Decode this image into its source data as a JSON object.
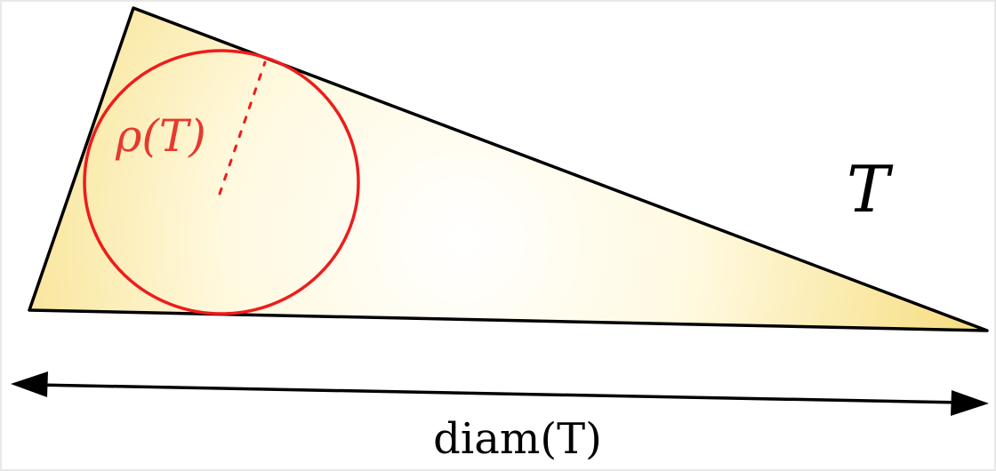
{
  "labels": {
    "triangle": "T",
    "inradius": "ρ(T)",
    "diameter": "diam(T)"
  },
  "colors": {
    "triangle_fill_light": "#fffef7",
    "triangle_fill_dark": "#f8e28a",
    "triangle_stroke": "#000000",
    "incircle_stroke": "#ee1c1c",
    "inradius_text": "#e53a2f",
    "arrow": "#000000",
    "frame": "#e6e6e6"
  }
}
